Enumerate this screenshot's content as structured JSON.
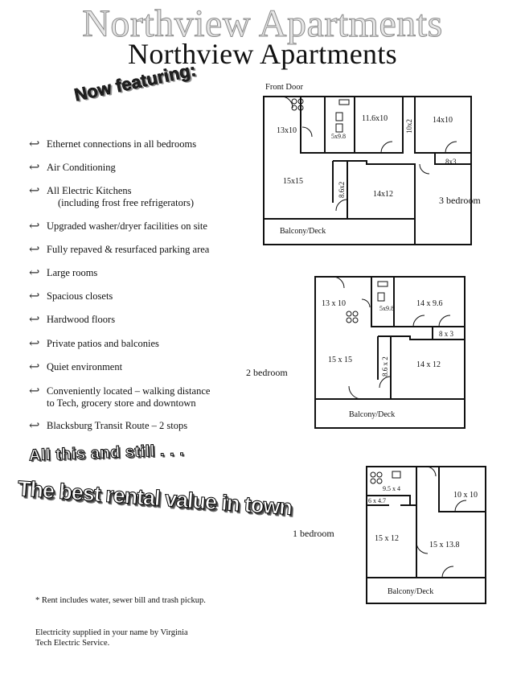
{
  "header": {
    "title_ghost": "Northview Apartments",
    "title": "Northview Apartments"
  },
  "promo": {
    "now_featuring": "Now featuring:",
    "all_this": "All this and still . . .",
    "best_value": "The best rental value in town"
  },
  "features": [
    {
      "text": "Ethernet connections in all bedrooms"
    },
    {
      "text": "Air Conditioning"
    },
    {
      "text": "All Electric Kitchens",
      "sub": "(including frost free refrigerators)"
    },
    {
      "text": "Upgraded washer/dryer facilities on site"
    },
    {
      "text": "Fully repaved & resurfaced parking area"
    },
    {
      "text": "Large rooms"
    },
    {
      "text": "Spacious closets"
    },
    {
      "text": "Hardwood floors"
    },
    {
      "text": "Private patios and balconies"
    },
    {
      "text": "Quiet environment"
    },
    {
      "text": "Conveniently located – walking distance",
      "sub": "to Tech, grocery store and downtown"
    },
    {
      "text": "Blacksburg Transit Route – 2 stops"
    }
  ],
  "notes": {
    "rent": "* Rent includes water, sewer bill and trash pickup.",
    "electricity": "Electricity supplied in your name by Virginia Tech Electric Service."
  },
  "plans": {
    "three": {
      "label": "3 bedroom",
      "front_door": "Front Door",
      "rooms": [
        "13x10",
        "5x9.8",
        "11.6x10",
        "10x2",
        "14x10",
        "8x3",
        "15x15",
        "8.6x2",
        "14x12"
      ],
      "balcony": "Balcony/Deck"
    },
    "two": {
      "label": "2 bedroom",
      "rooms": [
        "13 x 10",
        "5x9.8",
        "14 x 9.6",
        "8 x 3",
        "15 x 15",
        "8.6 x 2",
        "14 x 12"
      ],
      "balcony": "Balcony/Deck"
    },
    "one": {
      "label": "1 bedroom",
      "rooms": [
        "9.5 x 4",
        "6 x 4.7",
        "10 x 10",
        "15 x 12",
        "15 x 13.8"
      ],
      "balcony": "Balcony/Deck"
    }
  }
}
